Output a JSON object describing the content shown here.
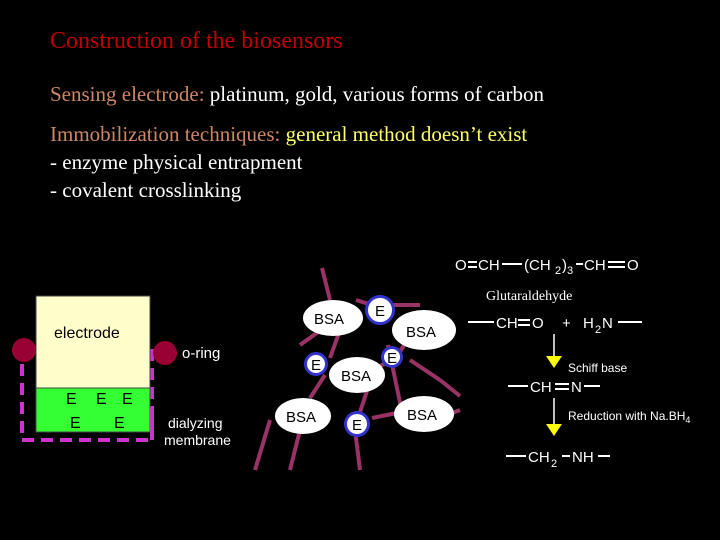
{
  "title": "Construction of the biosensors",
  "sensing": {
    "label": "Sensing electrode:",
    "text": " platinum, gold, various forms of carbon"
  },
  "immobilization": {
    "label": "Immobilization techniques:",
    "text": " general method doesn’t exist",
    "items": [
      "- enzyme physical entrapment",
      "- covalent crosslinking"
    ]
  },
  "electrode_diagram": {
    "electrode_label": "electrode",
    "oring_label": "o-ring",
    "membrane_label": "dialyzing membrane",
    "enzyme_label": "E",
    "colors": {
      "electrode": "#ffffcc",
      "enzyme_layer": "#33ff33",
      "oring": "#990033",
      "membrane": "#cc33cc"
    }
  },
  "crosslink_diagram": {
    "bsa_label": "BSA",
    "enzyme_label": "E",
    "colors": {
      "network": "#993366",
      "enzyme": "#3333cc",
      "background": "#ffffff"
    }
  },
  "chemistry": {
    "glutaraldehyde_formula": [
      "O",
      "CH",
      "(CH",
      "2",
      ")",
      "3",
      "CH",
      "O"
    ],
    "glutaraldehyde_name": "Glutaraldehyde",
    "amine_step": [
      "CH",
      "O",
      "+",
      "H",
      "2",
      "N"
    ],
    "schiff_base": "Schiff base",
    "imine": [
      "CH",
      "N"
    ],
    "reduction": [
      "Reduction with Na.BH",
      "4"
    ],
    "amine_product": [
      "CH",
      "2",
      "NH"
    ]
  }
}
